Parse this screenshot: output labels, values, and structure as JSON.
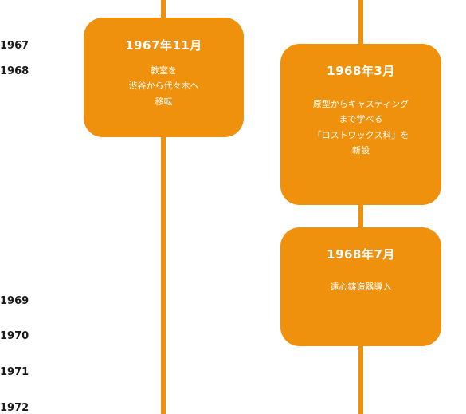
{
  "years": [
    "1967",
    "1968",
    "1969",
    "1970",
    "1971",
    "1972"
  ],
  "events": [
    {
      "date": "1967年11月",
      "description": "教室を\n渋谷から代々木へ\n移転"
    },
    {
      "date": "1968年3月",
      "description": "原型からキャスティング\nまで学べる\n「ロストワックス科」を\n新設"
    },
    {
      "date": "1968年7月",
      "description": "遠心鋳造器導入"
    }
  ],
  "colors": {
    "accent": "#f0910d",
    "card_text": "#ffffff",
    "year_text": "#1a1a1a"
  }
}
